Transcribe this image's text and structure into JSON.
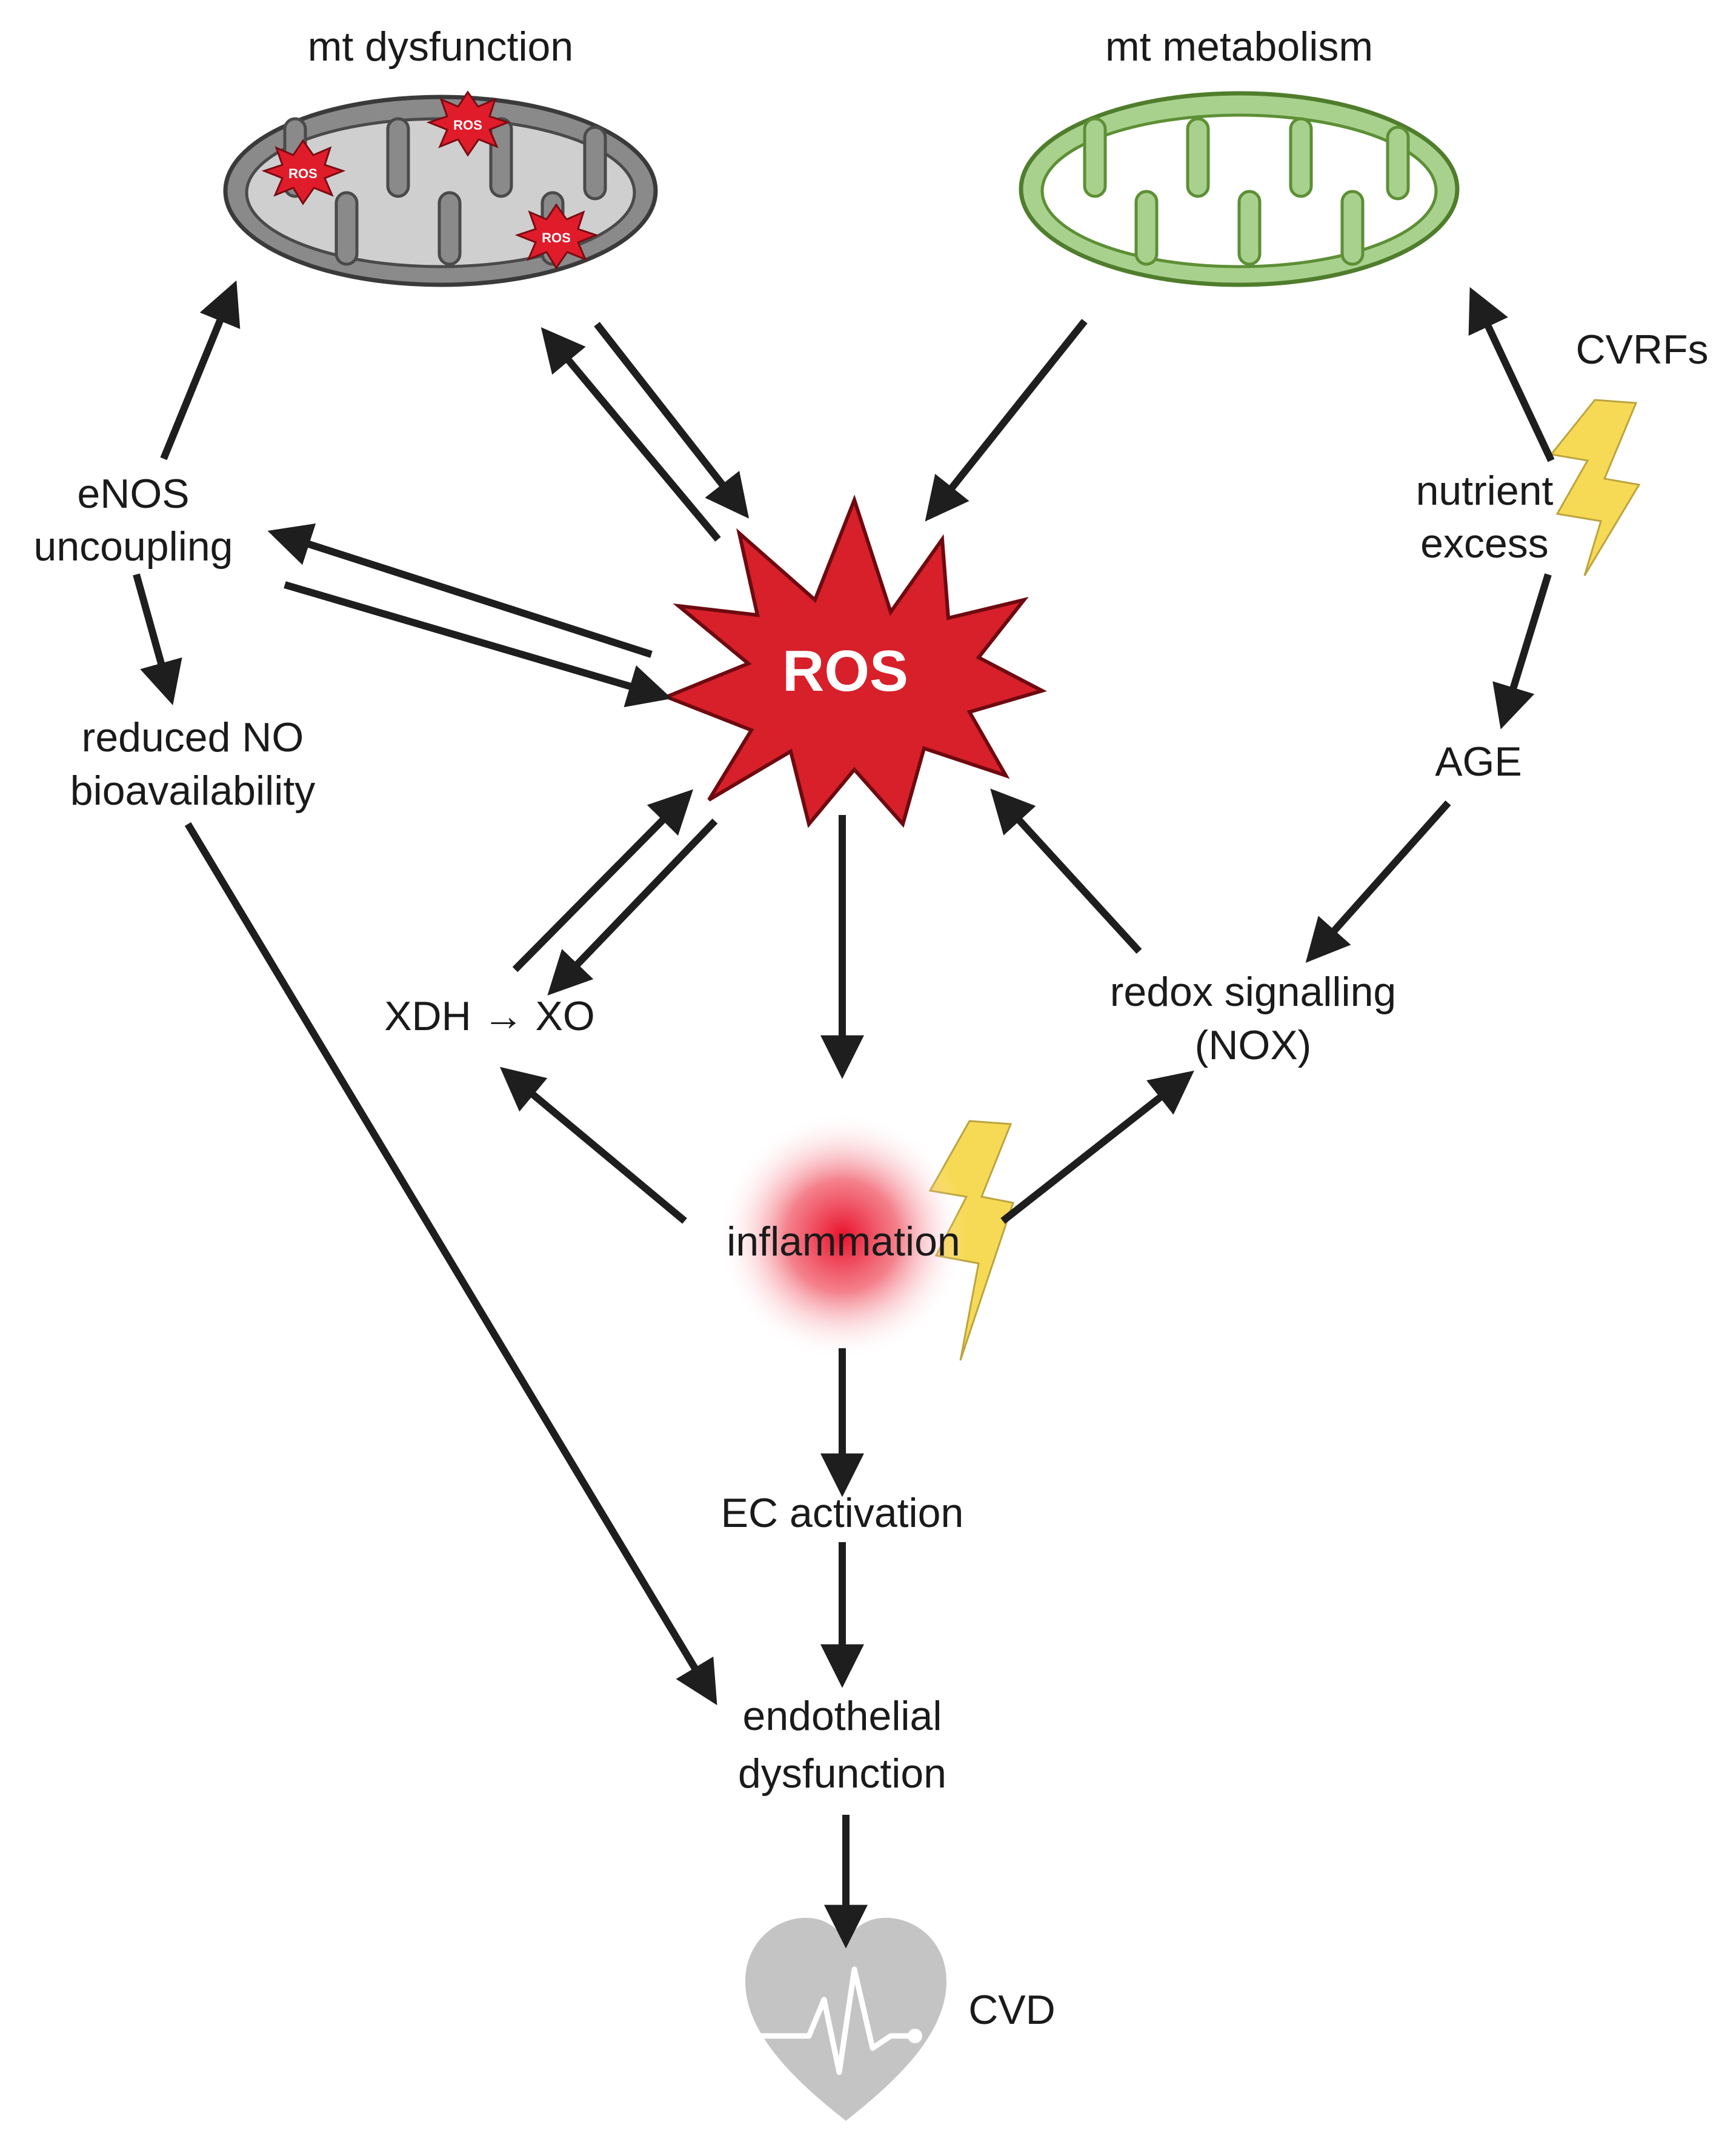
{
  "labels": {
    "mt_dysfunction": "mt dysfunction",
    "mt_metabolism": "mt metabolism",
    "cvrfs": "CVRFs",
    "enos_line1": "eNOS",
    "enos_line2": "uncoupling",
    "nutrient_line1": "nutrient",
    "nutrient_line2": "excess",
    "ros": "ROS",
    "ros_small": "ROS",
    "reduced_no_line1": "reduced NO",
    "reduced_no_line2": "bioavailability",
    "age": "AGE",
    "xdh_xo": "XDH → XO",
    "redox_line1": "redox signalling",
    "redox_line2": "(NOX)",
    "inflammation": "inflammation",
    "ec_activation": "EC activation",
    "endo_line1": "endothelial",
    "endo_line2": "dysfunction",
    "cvd": "CVD"
  },
  "colors": {
    "ros_red": "#d7202a",
    "mito_gray": "#8a8a8a",
    "mito_green": "#a9d18e",
    "bolt_yellow": "#f6d94e",
    "heart_gray": "#c4c4c4",
    "arrow": "#1e1e1e"
  },
  "icons": [
    "mitochondrion-dysfunction-icon",
    "mitochondrion-healthy-icon",
    "ros-burst-icon",
    "lightning-bolt-icon",
    "heart-ecg-icon"
  ]
}
